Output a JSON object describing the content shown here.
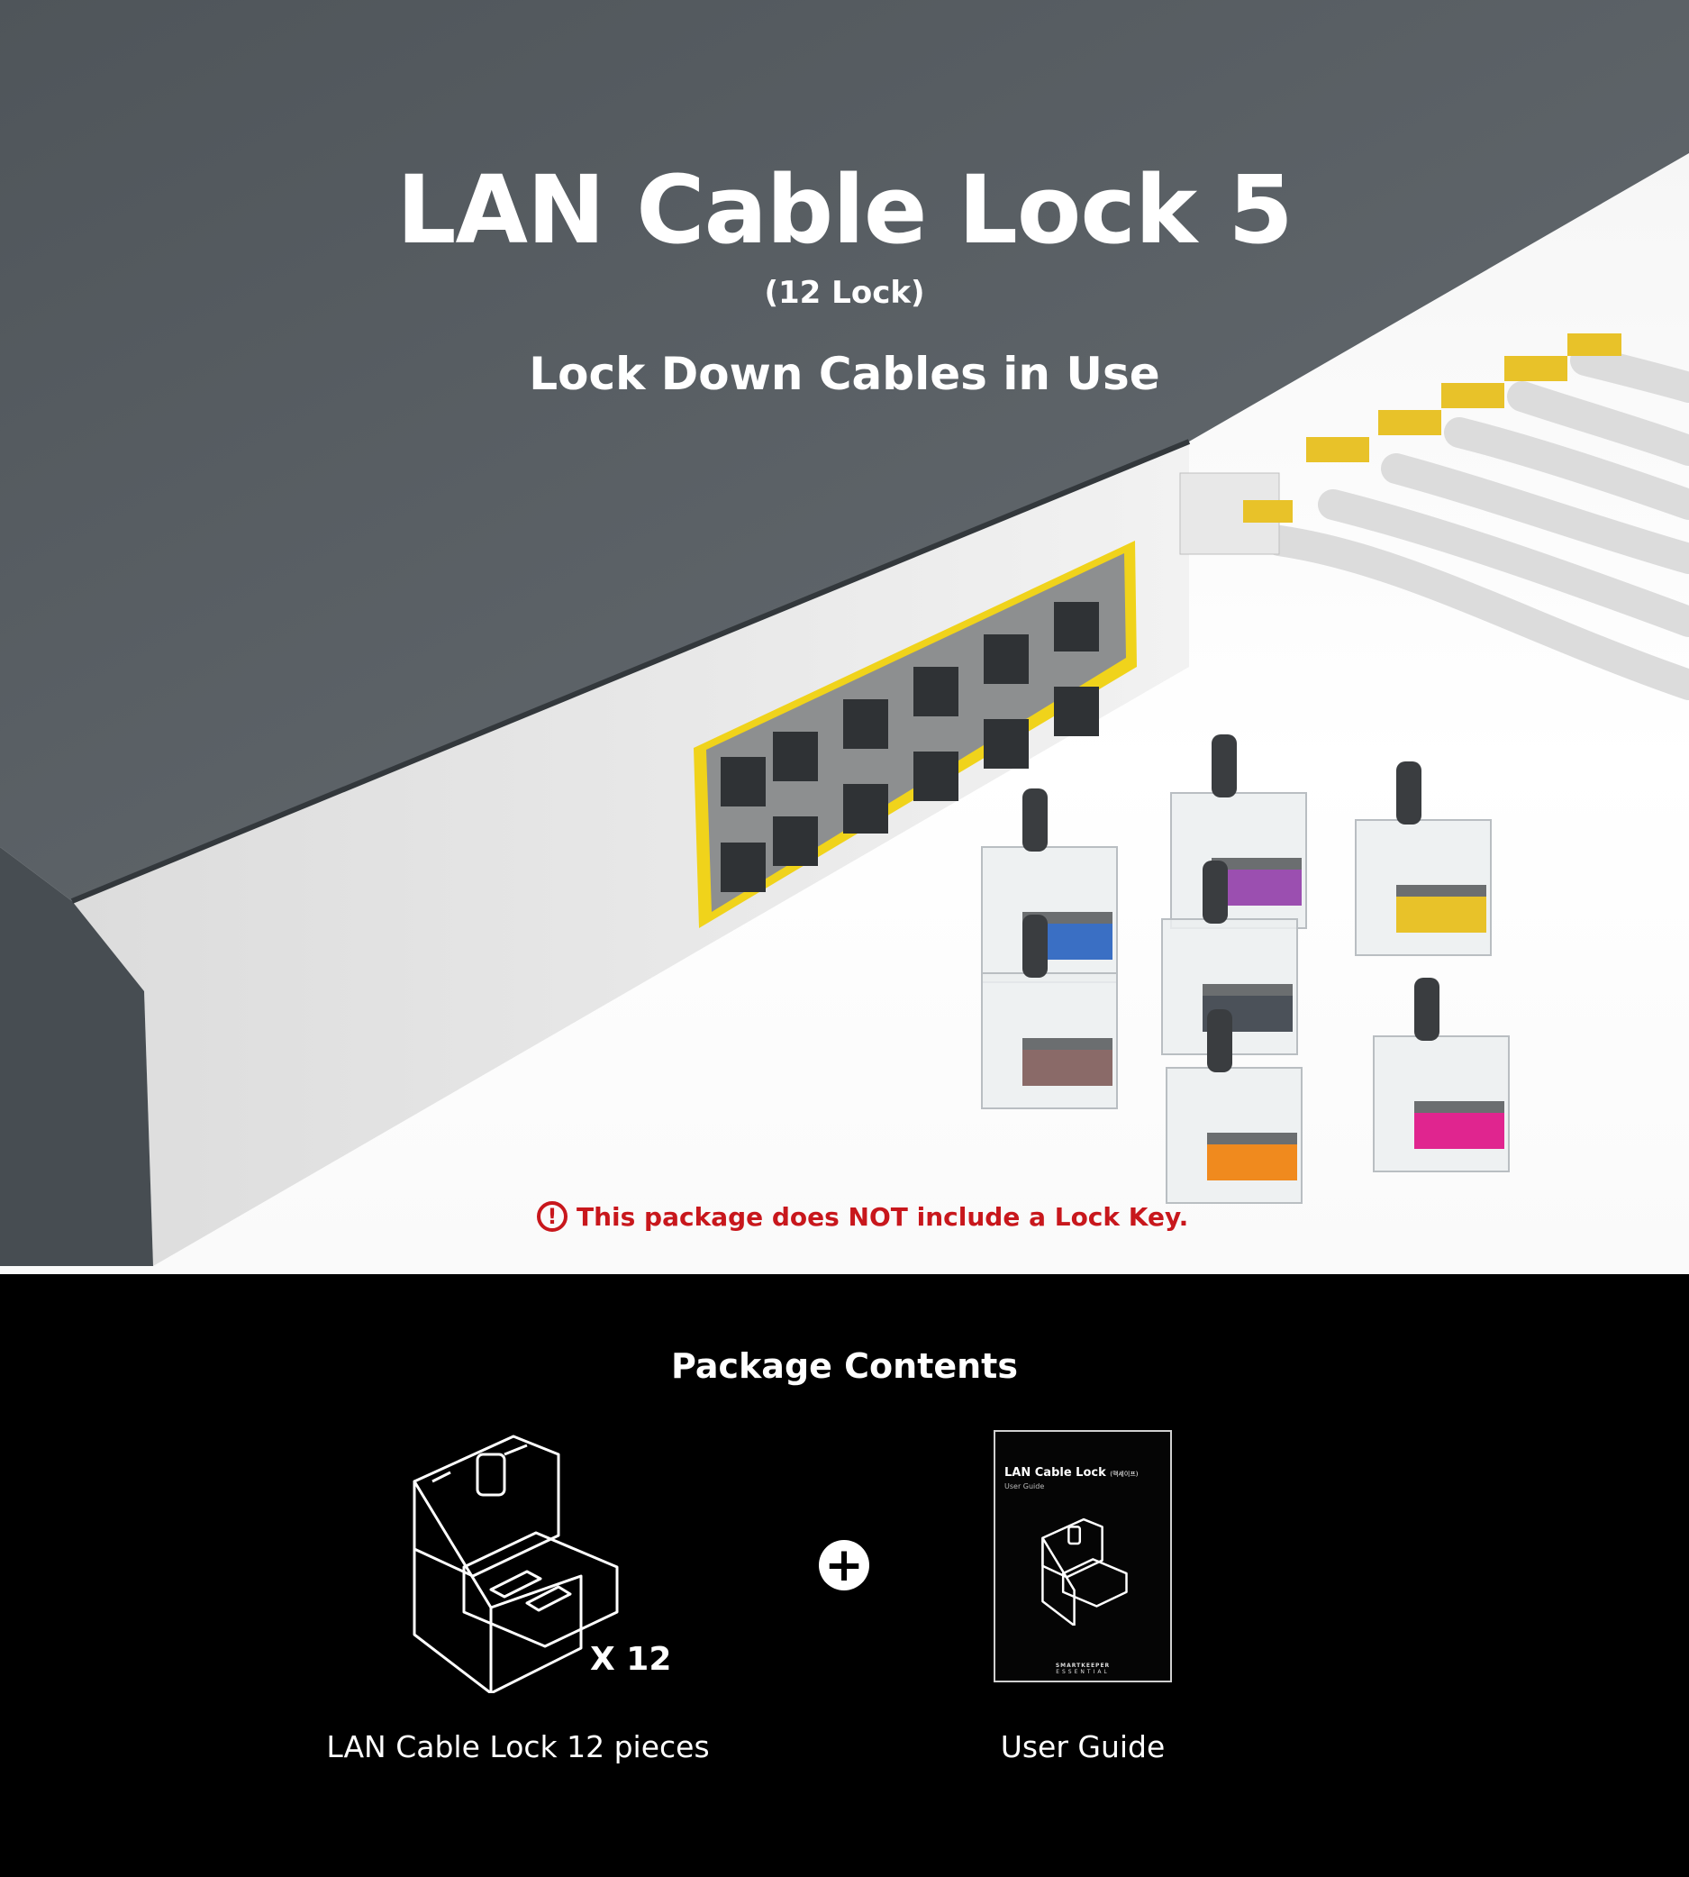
{
  "hero": {
    "title": "LAN Cable Lock 5",
    "subtitle": "(12 Lock)",
    "tagline": "Lock Down Cables in Use",
    "warning": "This package does NOT include a Lock Key.",
    "warning_icon": "exclamation-circle-icon",
    "lock_colors": [
      "#3a6fc4",
      "#9b4fb0",
      "#e8c229",
      "#4b5159",
      "#8a6a68",
      "#f08a1e",
      "#e0258f"
    ]
  },
  "package": {
    "title": "Package Contents",
    "items": [
      {
        "label": "LAN Cable Lock 12 pieces",
        "quantity": "X 12",
        "icon": "lan-cable-lock-icon"
      },
      {
        "label": "User Guide",
        "icon": "user-guide-icon"
      }
    ],
    "plus_icon": "plus-icon",
    "guide_cover": {
      "title": "LAN Cable Lock",
      "title_suffix": "(맥세이프)",
      "subtitle": "User Guide",
      "brand": "SMARTKEEPER",
      "brand_sub": "ESSENTIAL"
    }
  },
  "colors": {
    "switch_body": "#5b6166",
    "port_frame": "#f0d31b",
    "warning_red": "#c8171c",
    "background_dark": "#000000"
  }
}
